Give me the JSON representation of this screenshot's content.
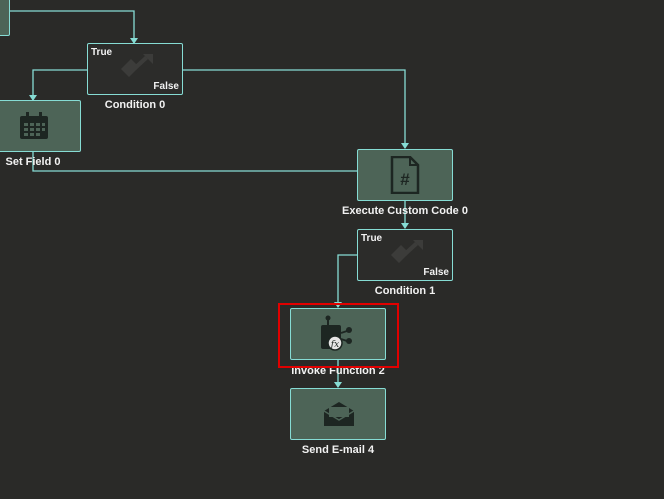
{
  "workflow": {
    "nodes": {
      "condition0": {
        "label": "Condition 0",
        "true_label": "True",
        "false_label": "False"
      },
      "set_field0": {
        "label": "Set Field 0"
      },
      "execute_code0": {
        "label": "Execute Custom Code 0"
      },
      "condition1": {
        "label": "Condition 1",
        "true_label": "True",
        "false_label": "False"
      },
      "invoke_function2": {
        "label": "Invoke Function 2"
      },
      "send_email4": {
        "label": "Send E-mail 4"
      }
    }
  },
  "colors": {
    "canvas_background": "#2a2a28",
    "connector": "#86dcd4",
    "action_node_fill": "#4d6457",
    "condition_node_fill": "#2c2c2a",
    "selection_outline": "#e10000"
  },
  "icons": {
    "condition": "condition-arrow-icon",
    "set_field": "calendar-icon",
    "execute_code": "hash-file-icon",
    "invoke_function": "function-icon",
    "send_email": "envelope-icon"
  }
}
